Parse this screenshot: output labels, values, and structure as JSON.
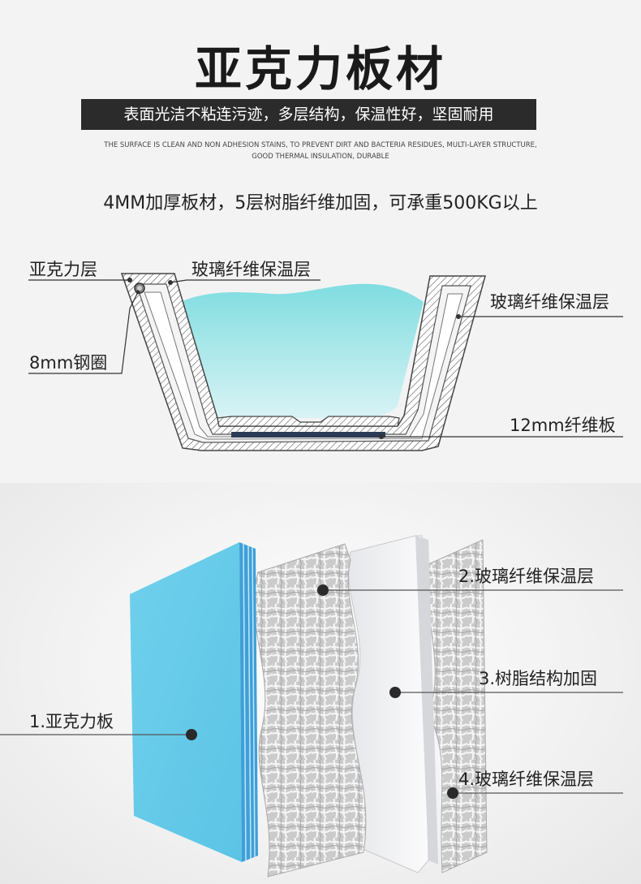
{
  "header": {
    "title": "亚克力板材",
    "banner": "表面光洁不粘连污迹，多层结构，保温性好，坚固耐用",
    "english_line1": "THE SURFACE IS CLEAN AND NON ADHESION STAINS, TO PREVENT DIRT AND BACTERIA RESIDUES, MULTI-LAYER STRUCTURE,",
    "english_line2": "GOOD THERMAL INSULATION, DURABLE",
    "spec": "4MM加厚板材，5层树脂纤维加固，可承重500KG以上"
  },
  "cross_section": {
    "labels": {
      "acrylic_layer": "亚克力层",
      "fiberglass_top": "玻璃纤维保温层",
      "fiberglass_right": "玻璃纤维保温层",
      "steel_ring": "8mm钢圈",
      "fiber_board": "12mm纤维板"
    },
    "colors": {
      "water_top": "#7fdde0",
      "water_bottom": "#d9f3f5"
    }
  },
  "layers": {
    "items": [
      {
        "label": "1.亚克力板"
      },
      {
        "label": "2.玻璃纤维保温层"
      },
      {
        "label": "3.树脂结构加固"
      },
      {
        "label": "4.玻璃纤维保温层"
      }
    ],
    "colors": {
      "acrylic": "#6fd0ec",
      "acrylic_edge": "#3f9fd8",
      "fiber": "#c9c9c9",
      "resin": "#f1f2f4"
    }
  }
}
